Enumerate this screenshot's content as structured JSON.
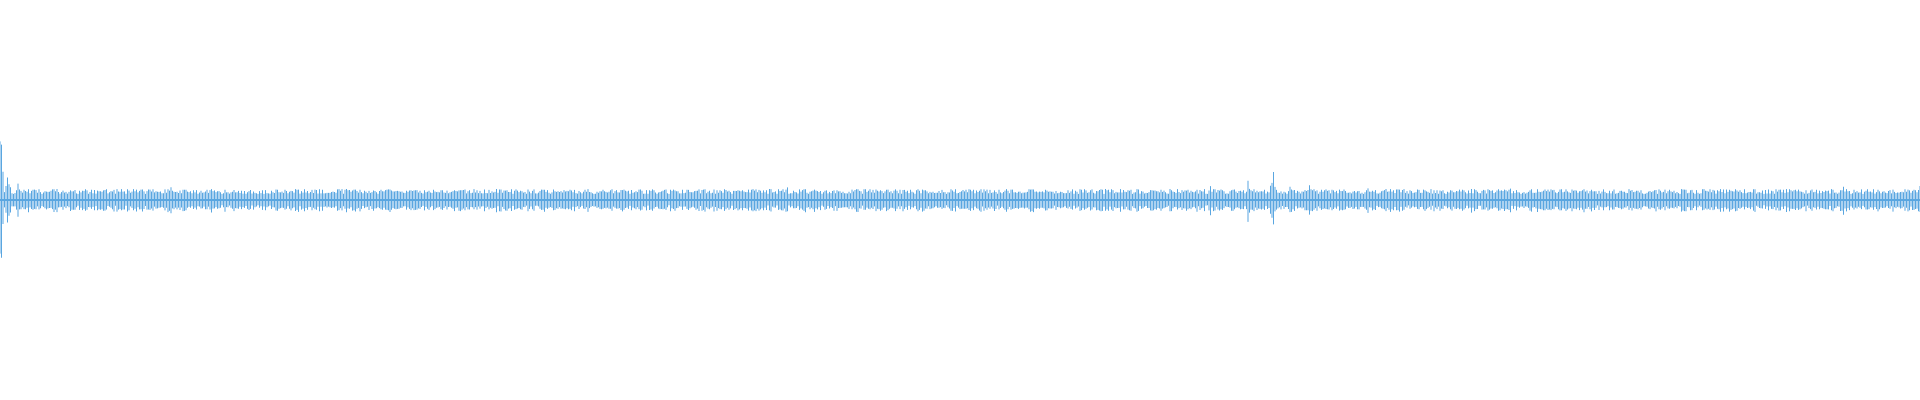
{
  "colors": {
    "background": "#ffffff",
    "waveform": "#5aa6e0"
  },
  "chart_data": {
    "type": "waveform",
    "ylim": [
      -1,
      1
    ],
    "grid": false,
    "legend": "none",
    "baseline_amplitude": 0.055,
    "peaks": [
      {
        "time_fraction": 0.0,
        "amplitude": 0.42
      },
      {
        "time_fraction": 0.004,
        "amplitude": 0.16
      },
      {
        "time_fraction": 0.0095,
        "amplitude": 0.09
      },
      {
        "time_fraction": 0.65,
        "amplitude": 0.1
      },
      {
        "time_fraction": 0.663,
        "amplitude": 0.16
      }
    ]
  }
}
